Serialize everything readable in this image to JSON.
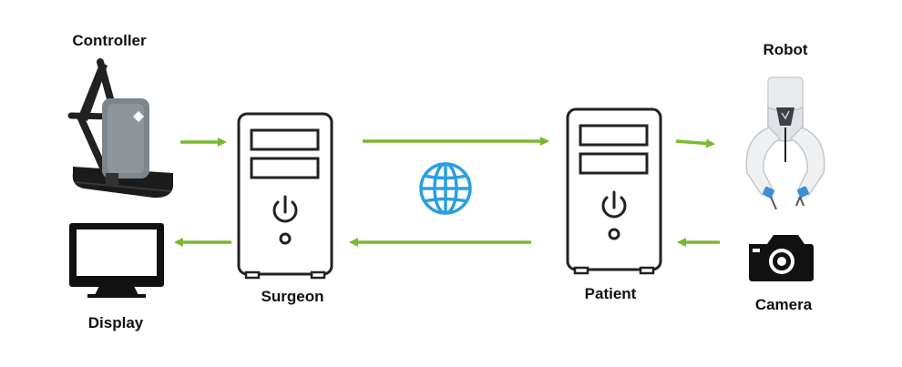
{
  "labels": {
    "controller": "Controller",
    "display": "Display",
    "surgeon": "Surgeon",
    "patient": "Patient",
    "robot": "Robot",
    "camera": "Camera"
  },
  "colors": {
    "arrow": "#7cb82f",
    "outline": "#222222",
    "globe": "#2a9fe0",
    "robot_body": "#e8ebee",
    "robot_tip": "#3d8fd6",
    "controller_body": "#7e868d"
  },
  "icons": {
    "network": "globe-icon",
    "camera": "camera-icon",
    "display": "monitor-icon"
  }
}
